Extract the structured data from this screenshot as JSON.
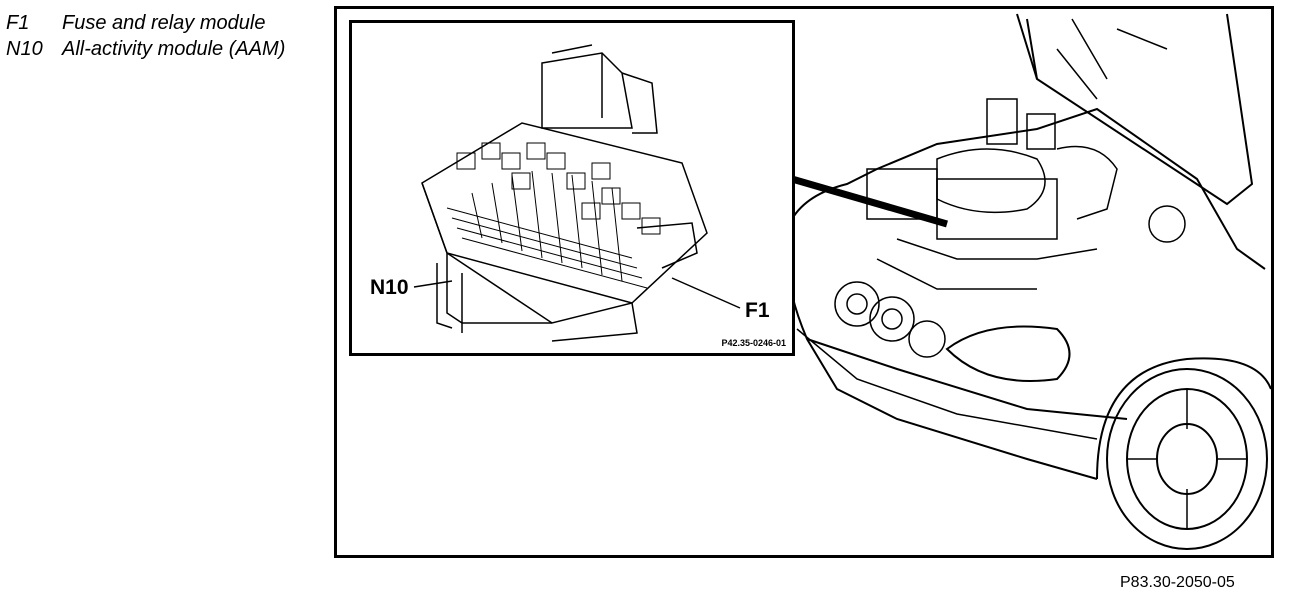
{
  "legend": {
    "items": [
      {
        "code": "F1",
        "description": "Fuse and relay module"
      },
      {
        "code": "N10",
        "description": "All-activity module (AAM)"
      }
    ]
  },
  "inset": {
    "callouts": {
      "n10": "N10",
      "f1": "F1"
    },
    "code": "P42.35-0246-01"
  },
  "figure": {
    "code": "P83.30-2050-05"
  }
}
